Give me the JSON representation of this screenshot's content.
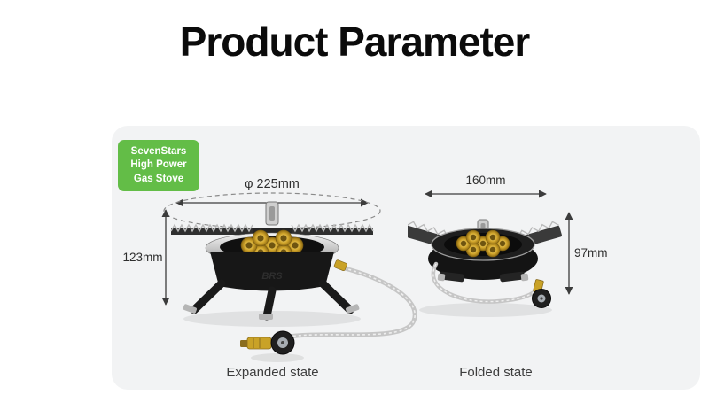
{
  "title": "Product Parameter",
  "badge": {
    "lines": [
      "SevenStars",
      "High Power",
      "Gas Stove"
    ]
  },
  "expanded": {
    "diameter_label": "φ 225mm",
    "height_label": "123mm",
    "caption": "Expanded state",
    "logo": "BRS"
  },
  "folded": {
    "width_label": "160mm",
    "height_label": "97mm",
    "caption": "Folded state"
  },
  "colors": {
    "badge_green": "#63bd47",
    "card_bg": "#f2f3f4",
    "brass_gold": "#c9a227",
    "burner_gold": "#d2a62c",
    "dimension_ink": "#3c3c3c"
  }
}
